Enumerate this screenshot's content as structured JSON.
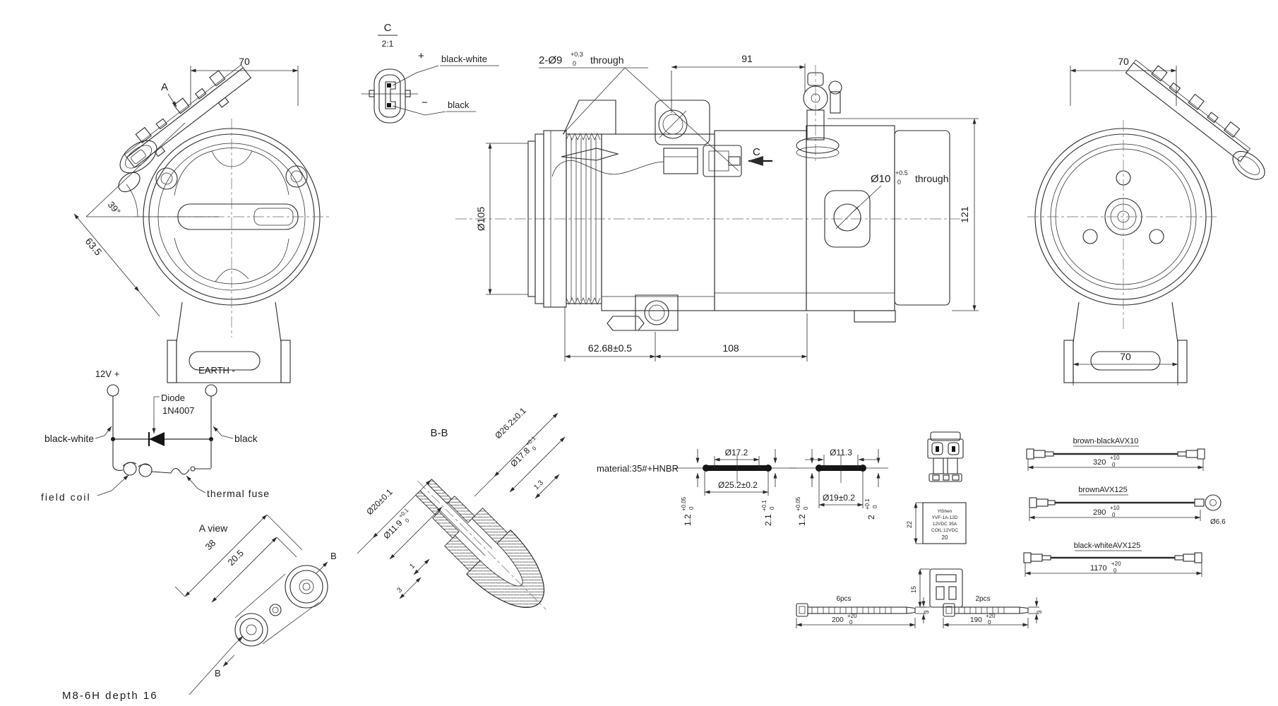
{
  "front_view": {
    "dim_top": "70",
    "label_a": "A",
    "angle": "39°",
    "dim_diag": "63.5"
  },
  "detail_c": {
    "name": "C",
    "scale": "2:1",
    "plus_sign": "+",
    "plus_wire": "black-white",
    "minus_sign": "−",
    "minus_wire": "black"
  },
  "side_view": {
    "hole_top": {
      "pre": "2-Ø9",
      "tp": "+0.3",
      "tm": "0",
      "suf": "through"
    },
    "dim_91": "91",
    "dia_105": "Ø105",
    "sec_c": "C",
    "hole_side": {
      "pre": "Ø10",
      "tp": "+0.5",
      "tm": "0",
      "suf": "through"
    },
    "dim_121": "121",
    "dim_62": "62.68±0.5",
    "dim_108": "108"
  },
  "rear_view": {
    "dim_top": "70",
    "dim_bottom": "70"
  },
  "circuit": {
    "pos_terminal": "12V +",
    "neg_terminal": "EARTH -",
    "diode_line1": "Diode",
    "diode_line2": "1N4007",
    "wire_pos": "black-white",
    "wire_neg": "black",
    "coil_label": "field coil",
    "fuse_label": "thermal fuse"
  },
  "a_view": {
    "title": "A view",
    "dim_38": "38",
    "dim_205": "20.5",
    "thread": "M8-6H depth 16",
    "arrow_b": "B"
  },
  "section_bb": {
    "title": "B-B",
    "d26": "Ø26.2±0.1",
    "d17": {
      "v": "Ø17.8",
      "tp": "+0.1",
      "tm": "0"
    },
    "d13": "1.3",
    "d20": "Ø20±0.1",
    "d119": {
      "v": "Ø11.9",
      "tp": "+0.1",
      "tm": "0"
    },
    "d1": "1",
    "d3": "3"
  },
  "gasket1": {
    "inner": "Ø17.2",
    "outer": "Ø25.2±0.2",
    "t_left": {
      "v": "1.2",
      "tp": "+0.05",
      "tm": "0"
    },
    "t_right": {
      "v": "2.1",
      "tp": "+0.1",
      "tm": "0"
    }
  },
  "gasket2": {
    "inner": "Ø11.3",
    "outer": "Ø19±0.2",
    "t_left": {
      "v": "1.2",
      "tp": "+0.05",
      "tm": "0"
    },
    "t_right": {
      "v": "2",
      "tp": "+0.1",
      "tm": "0"
    }
  },
  "material": "material:35#+HNBR",
  "relay": {
    "l1": "YiShen",
    "l2": "YVF-1A-12D",
    "l3": "12VDC 35A",
    "l4": "COIL:12VDC",
    "l5": "20",
    "dim_body": "22",
    "dim_socket": "15"
  },
  "cables": [
    {
      "label": "brown-blackAVX10",
      "v": "320",
      "tp": "+10",
      "tm": "0"
    },
    {
      "label": "brownAVX125",
      "v": "290",
      "tp": "+10",
      "tm": "0",
      "ring": "Ø6.6"
    },
    {
      "label": "black-whiteAVX125",
      "v": "1170",
      "tp": "+20",
      "tm": "0"
    }
  ],
  "ties": [
    {
      "qty": "6pcs",
      "v": "200",
      "tp": "+20",
      "tm": "0",
      "w": "3"
    },
    {
      "qty": "2pcs",
      "v": "190",
      "tp": "+20",
      "tm": "0",
      "w": "3"
    }
  ]
}
